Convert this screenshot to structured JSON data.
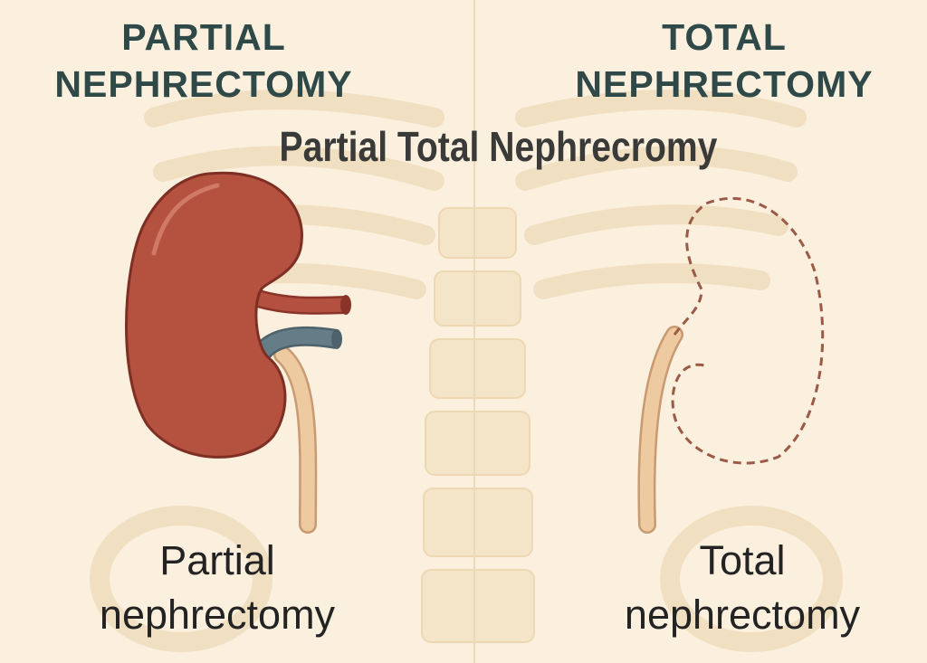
{
  "left_heading": {
    "line1": "PARTIAL",
    "line2": "NEPHRECTOMY"
  },
  "right_heading": {
    "line1": "TOTAL",
    "line2": "NEPHRECTOMY"
  },
  "center_title": "Partial Total Nephrecromy",
  "left_label": {
    "line1": "Partial",
    "line2": "nephrectomy"
  },
  "right_label": {
    "line1": "Total",
    "line2": "nephrectomy"
  },
  "colors": {
    "background": "#fbf0de",
    "kidney": "#b5513f",
    "artery": "#b04a3c",
    "vein": "#5f7680",
    "ureter": "#eac49a",
    "heading": "#2f4848"
  }
}
